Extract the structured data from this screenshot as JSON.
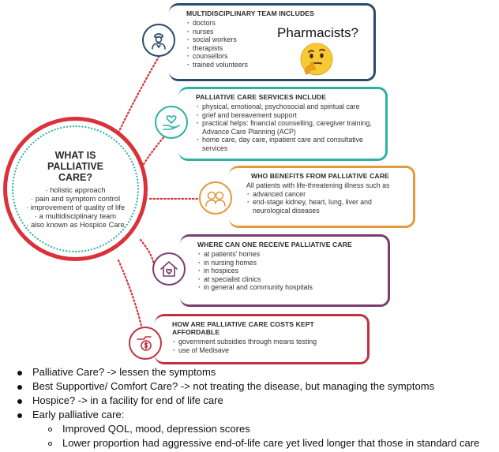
{
  "hub": {
    "title": "WHAT IS PALLIATIVE CARE?",
    "items": [
      "holistic approach",
      "pain and symptom control",
      "improvement of quality of life",
      "a multidisciplinary team",
      "also known as Hospice Care"
    ]
  },
  "cards": {
    "team": {
      "title": "MULTIDISCIPLINARY TEAM INCLUDES",
      "items": [
        "doctors",
        "nurses",
        "social workers",
        "therapists",
        "counsellors",
        "trained volunteers"
      ],
      "color": "#2c4a6b",
      "icon": "doctor-icon"
    },
    "services": {
      "title": "PALLIATIVE CARE SERVICES INCLUDE",
      "items": [
        "physical, emotional, psychosocial and spiritual care",
        "grief and bereavement support",
        "practical helps: financial counselling, caregiver training, Advance Care Planning (ACP)",
        "home care, day care, inpatient care and consultative services"
      ],
      "color": "#2bb3a0",
      "icon": "heart-hand-icon"
    },
    "benefits": {
      "title": "WHO BENEFITS FROM PALLIATIVE CARE",
      "intro": "All patients with life-threatening illness such as",
      "items": [
        "advanced cancer",
        "end-stage kidney, heart, lung, liver and neurological diseases"
      ],
      "color": "#e39a3c",
      "icon": "people-icon"
    },
    "where": {
      "title": "WHERE CAN ONE RECEIVE PALLIATIVE CARE",
      "items": [
        "at patients' homes",
        "in nursing homes",
        "in hospices",
        "at specialist clinics",
        "in general and community hospitals"
      ],
      "color": "#7a3d6e",
      "icon": "home-heart-icon"
    },
    "costs": {
      "title": "HOW ARE PALLIATIVE CARE COSTS KEPT AFFORDABLE",
      "items": [
        "government subsidies through means testing",
        "use of Medisave"
      ],
      "color": "#c0323f",
      "icon": "money-hand-icon"
    }
  },
  "annotation": {
    "text": "Pharmacists?",
    "emoji": "thinking-face-icon"
  },
  "notes": {
    "bullets": [
      "Palliative Care? -> lessen the symptoms",
      "Best Supportive/ Comfort Care? -> not treating the disease, but managing the symptoms",
      "Hospice? -> in a facility for end of life care",
      "Early palliative care:"
    ],
    "sub_bullets": [
      "Improved QOL, mood, depression scores",
      "Lower proportion had aggressive end-of-life care yet lived longer that those in standard care"
    ]
  }
}
